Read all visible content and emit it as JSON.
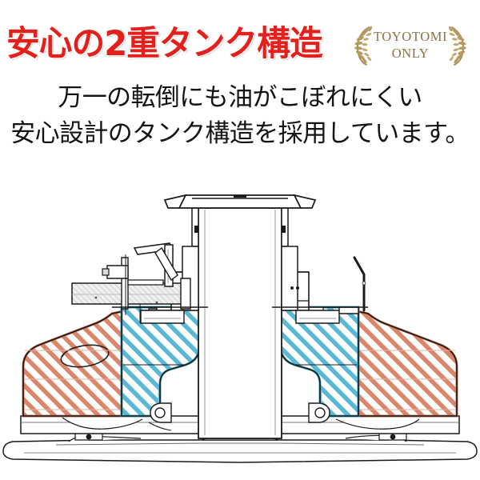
{
  "header": {
    "headline": "安心の2重タンク構造",
    "headline_color": "#E3201C",
    "badge": {
      "line1": "TOYOTOMI",
      "line2": "ONLY",
      "color": "#8a7342",
      "left_wreath_icon": "laurel-wreath-left-icon",
      "right_wreath_icon": "laurel-wreath-right-icon"
    },
    "subtitle_line1": "万一の転倒にも油がこぼれにくい",
    "subtitle_line2": "安心設計のタンク構造を採用しています。",
    "subtitle_color": "#141414"
  },
  "illustration": {
    "name": "double-tank-cross-section-diagram",
    "description_alt": "二重タンク構造の断面図",
    "colors": {
      "outer_tank_hatch": "#D9866B",
      "outer_tank_outline": "#C4694C",
      "inner_tank_hatch": "#5BB8D4",
      "inner_tank_outline": "#3E9FBE",
      "line": "#1a1a1a",
      "metal_fill": "#ededed",
      "white": "#ffffff"
    },
    "parts": {
      "outer_tank_left": "outer-tank-left",
      "outer_tank_right": "outer-tank-right",
      "inner_tank_left": "inner-tank-left",
      "inner_tank_right": "inner-tank-right",
      "center_column": "burner-chimney-column",
      "top_cap": "chimney-top-cap",
      "wick_adjuster": "wick-adjuster-assembly",
      "gauge_rod": "fuel-gauge-rod",
      "base_plate": "base-plate",
      "feet": "base-feet"
    }
  },
  "background_color": "#ffffff"
}
